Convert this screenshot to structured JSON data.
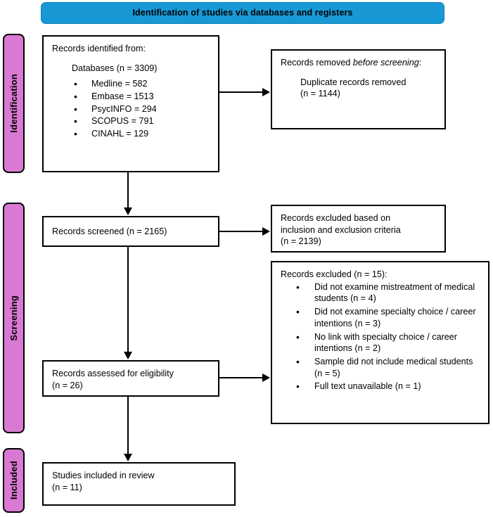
{
  "banner": {
    "title": "Identification of studies via databases and registers",
    "color": "#1899D6"
  },
  "stages": {
    "color": "#D979D3",
    "identification": "Identification",
    "screening": "Screening",
    "included": "Included"
  },
  "boxes": {
    "identified": {
      "heading": "Records identified from:",
      "subheading": "Databases (n = 3309)",
      "sources": [
        "Medline = 582",
        "Embase = 1513",
        "PsycINFO = 294",
        "SCOPUS = 791",
        "CINAHL = 129"
      ]
    },
    "removed": {
      "heading_prefix": "Records removed ",
      "heading_italic": "before screening",
      "heading_suffix": ":",
      "detail_line1": "Duplicate records removed",
      "detail_line2": "(n = 1144)"
    },
    "screened": {
      "text": "Records screened (n = 2165)"
    },
    "excluded_criteria": {
      "line1": "Records excluded based on",
      "line2": "inclusion and exclusion criteria",
      "line3": "(n = 2139)"
    },
    "excluded_list": {
      "heading": "Records excluded (n = 15):",
      "reasons": [
        "Did not examine mistreatment of medical students (n = 4)",
        "Did not examine specialty choice / career intentions (n = 3)",
        "No link with specialty choice / career intentions (n = 2)",
        "Sample did not include medical students (n = 5)",
        "Full text unavailable (n = 1)"
      ]
    },
    "eligibility": {
      "line1": "Records assessed for eligibility",
      "line2": "(n = 26)"
    },
    "included": {
      "line1": "Studies included in review",
      "line2": "(n = 11)"
    }
  }
}
